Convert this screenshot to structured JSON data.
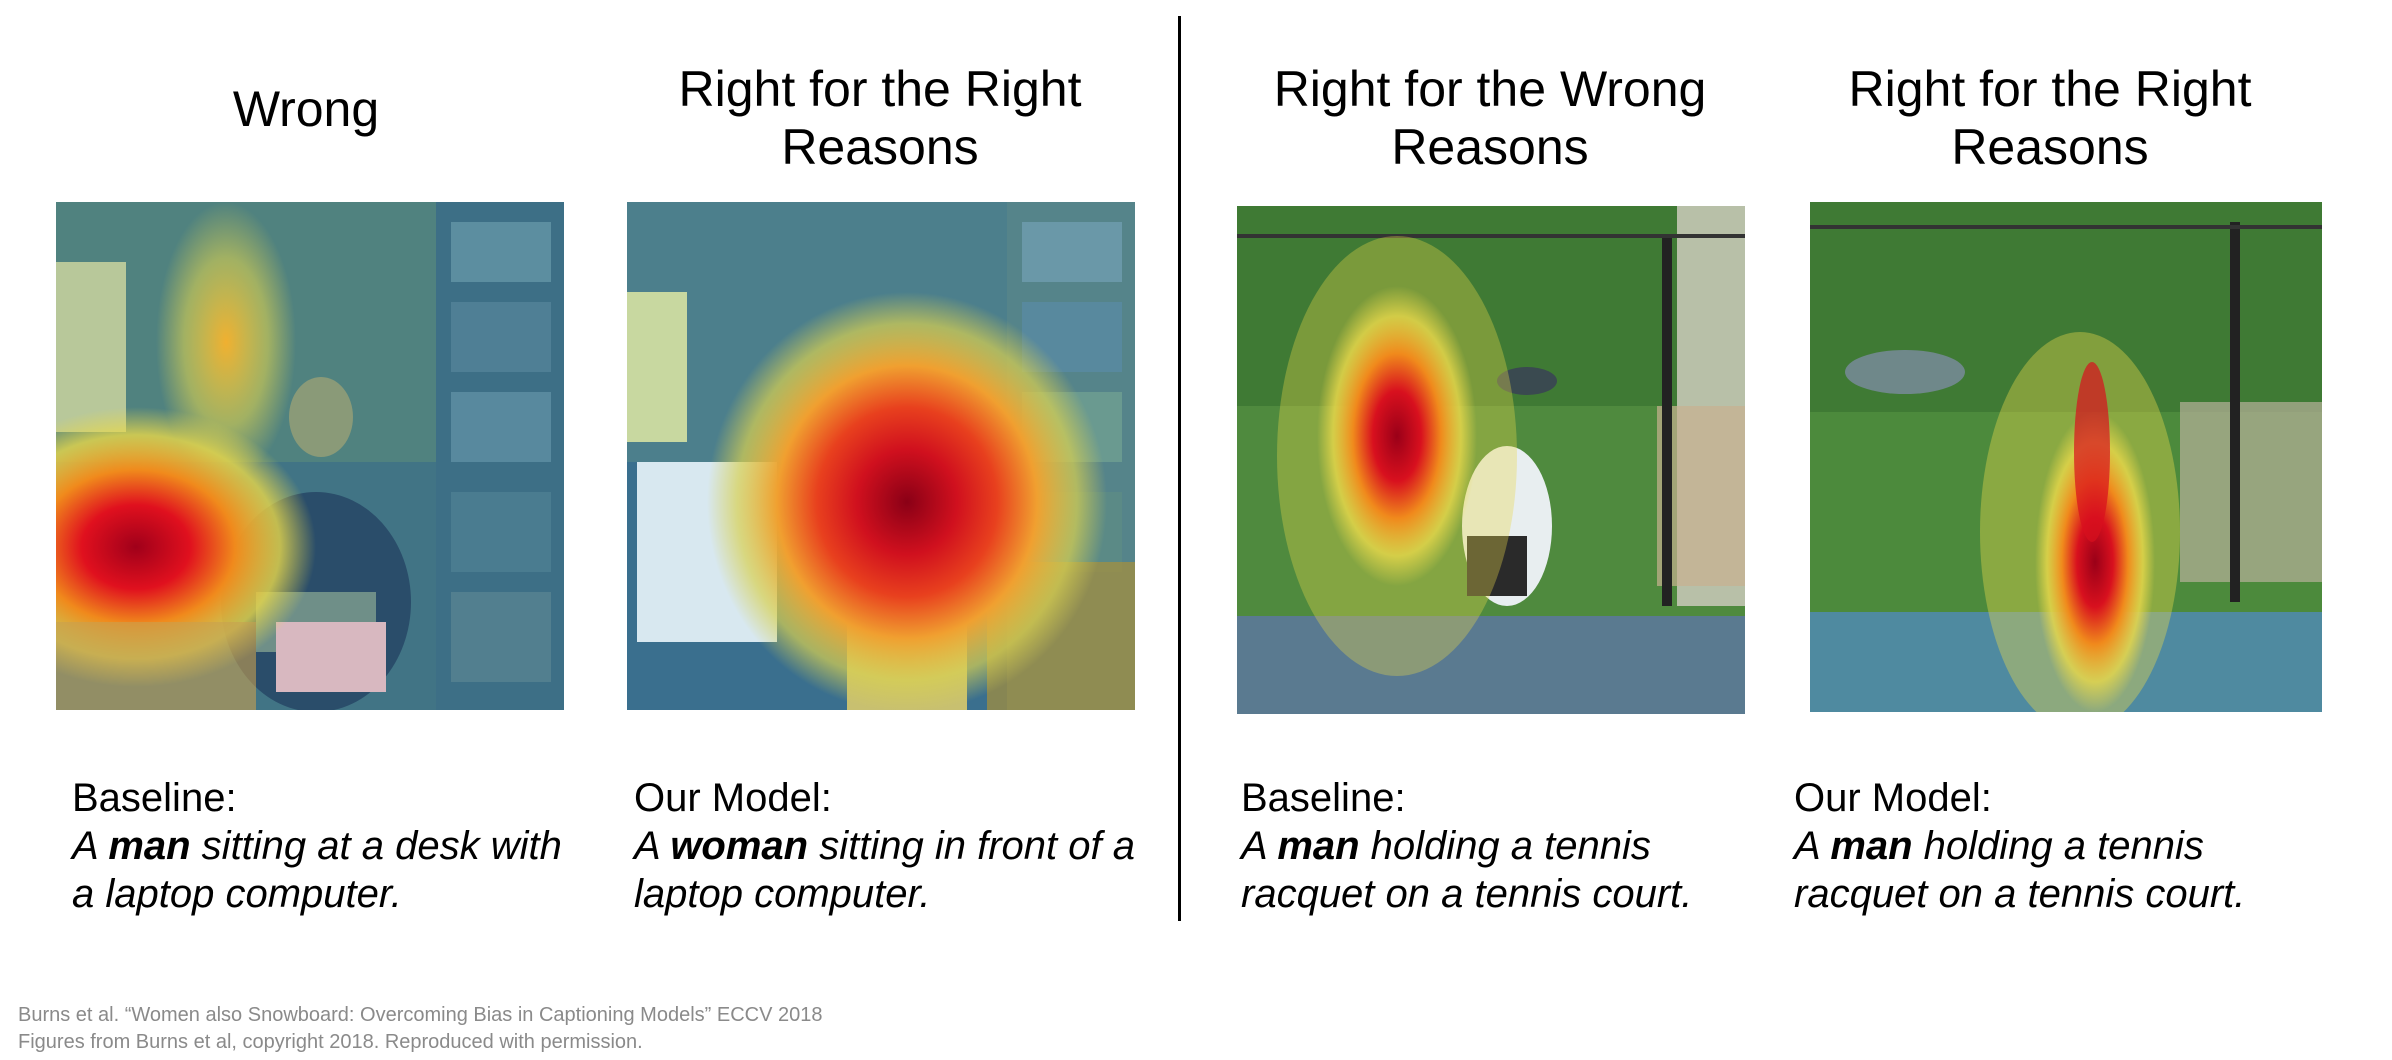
{
  "panels": [
    {
      "title_line1": "Wrong",
      "title_line2": "",
      "caption_label": "Baseline:",
      "caption_pre": "A ",
      "caption_bold": "man",
      "caption_post_line1": " sitting at a desk with",
      "caption_line2": "a laptop computer."
    },
    {
      "title_line1": "Right for the Right",
      "title_line2": "Reasons",
      "caption_label": "Our Model:",
      "caption_pre": "A ",
      "caption_bold": "woman",
      "caption_post_line1": " sitting in front of a",
      "caption_line2": "laptop computer."
    },
    {
      "title_line1": "Right for the Wrong",
      "title_line2": "Reasons",
      "caption_label": "Baseline:",
      "caption_pre": "A ",
      "caption_bold": "man",
      "caption_post_line1": " holding a tennis",
      "caption_line2": "racquet on a tennis court."
    },
    {
      "title_line1": "Right for the Right",
      "title_line2": "Reasons",
      "caption_label": "Our Model:",
      "caption_pre": "A ",
      "caption_bold": "man",
      "caption_post_line1": " holding a tennis",
      "caption_line2": "racquet on a tennis court."
    }
  ],
  "footer": {
    "line1": "Burns et al. “Women also Snowboard: Overcoming Bias in Captioning Models” ECCV 2018",
    "line2": "Figures from Burns et al, copyright 2018. Reproduced with permission."
  },
  "colors": {
    "heat_red": "#c8102e",
    "heat_orange": "#f08a1c",
    "heat_yellow": "#e8d84a",
    "overlay_blue": "#5aa0c8",
    "overlay_green": "#7fbf6a"
  }
}
